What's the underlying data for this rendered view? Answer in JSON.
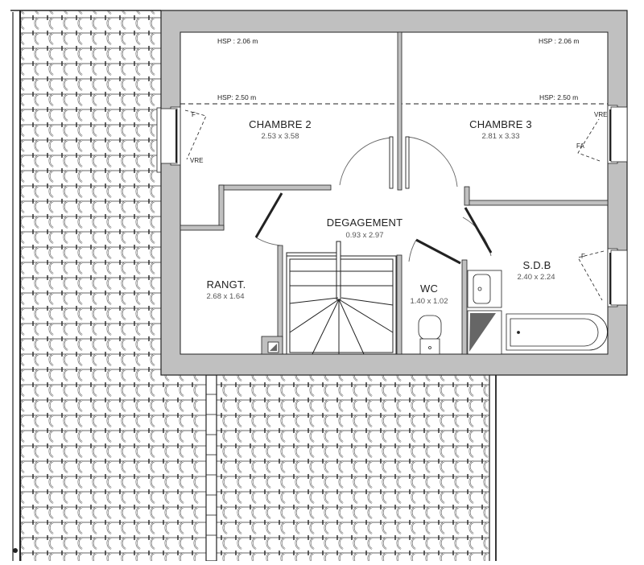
{
  "plan": {
    "colors": {
      "wall": "#c0c0c0",
      "wall_outline": "#222222",
      "floor": "#ffffff",
      "tile_stroke": "#555555",
      "fixture_dark": "#666666"
    },
    "rooms": [
      {
        "id": "chambre2",
        "name": "CHAMBRE 2",
        "dims": "2.53 x 3.58"
      },
      {
        "id": "chambre3",
        "name": "CHAMBRE 3",
        "dims": "2.81 x 3.33"
      },
      {
        "id": "degagement",
        "name": "DEGAGEMENT",
        "dims": "0.93 x 2.97"
      },
      {
        "id": "rangt",
        "name": "RANGT.",
        "dims": "2.68 x 1.64"
      },
      {
        "id": "wc",
        "name": "WC",
        "dims": "1.40 x 1.02"
      },
      {
        "id": "sdb",
        "name": "S.D.B",
        "dims": "2.40 x 2.24"
      }
    ],
    "ceiling_heights": {
      "left_low": "HSP : 2.06 m",
      "left_high": "HSP: 2.50 m",
      "right_low": "HSP : 2.06 m",
      "right_high": "HSP: 2.50 m"
    },
    "window_tags": {
      "ch2_opening": "F",
      "ch2_shutter": "VRE",
      "ch3_shutter": "VRE",
      "ch3_opening": "FA",
      "sdb_opening": "F"
    }
  }
}
